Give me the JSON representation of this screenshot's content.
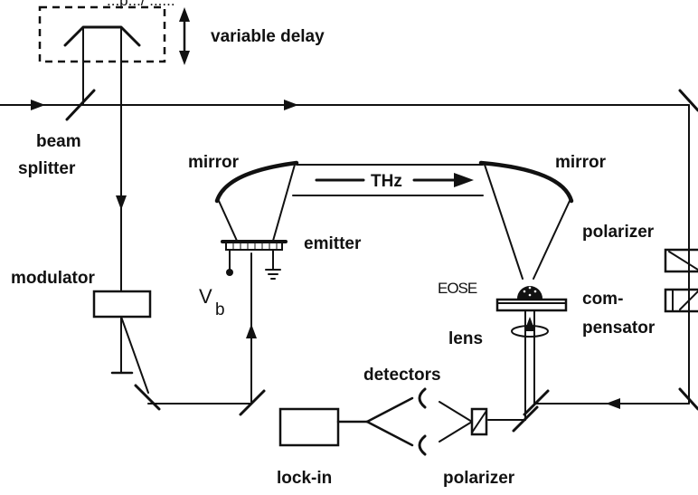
{
  "labels": {
    "top_clipped": "...p.../ ......",
    "variable_delay": "variable delay",
    "beam": "beam",
    "splitter": "splitter",
    "mirror_left": "mirror",
    "mirror_right": "mirror",
    "thz": "THz",
    "emitter": "emitter",
    "modulator": "modulator",
    "vb_main": "V",
    "vb_sub": "b",
    "eose": "EOSE",
    "lens": "lens",
    "polarizer_right": "polarizer",
    "compensator_1": "com-",
    "compensator_2": "pensator",
    "detectors": "detectors",
    "lock_in": "lock-in",
    "polarizer_bottom": "polarizer"
  },
  "colors": {
    "ink": "#111111",
    "background": "#ffffff"
  }
}
